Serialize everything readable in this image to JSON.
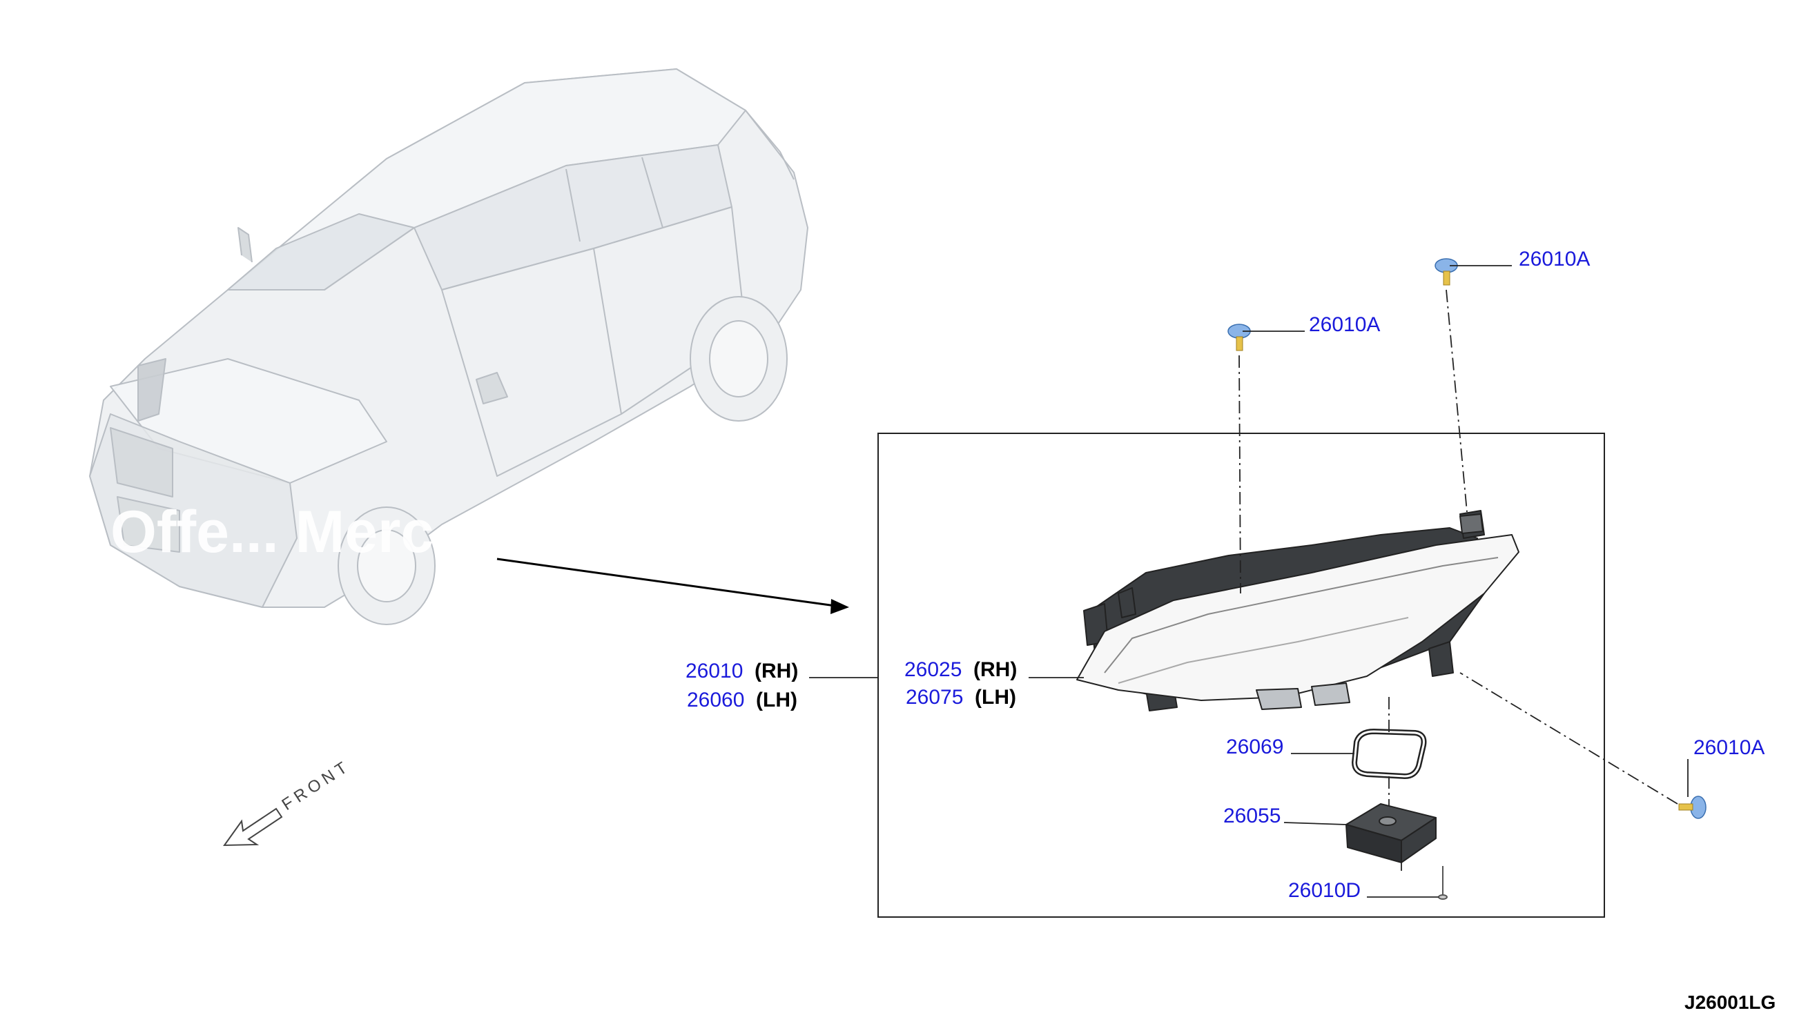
{
  "watermark": "Offe... Merc...",
  "labels": {
    "assembly_rh_pn": "26010",
    "assembly_rh_side": "(RH)",
    "assembly_lh_pn": "26060",
    "assembly_lh_side": "(LH)",
    "lamp_rh_pn": "26025",
    "lamp_rh_side": "(RH)",
    "lamp_lh_pn": "26075",
    "lamp_lh_side": "(LH)",
    "screw_top_mid": "26010A",
    "screw_top_right": "26010A",
    "screw_right": "26010A",
    "gasket": "26069",
    "ballast": "26055",
    "ballast_screw": "26010D"
  },
  "front_label": "FRONT",
  "drawing_code": "J26001LG",
  "colors": {
    "part_number": "#1a1adb",
    "line": "#222222",
    "fastener": "#8ab4e8",
    "car_outline": "#b9bec4",
    "car_fill": "#e9ecef"
  }
}
